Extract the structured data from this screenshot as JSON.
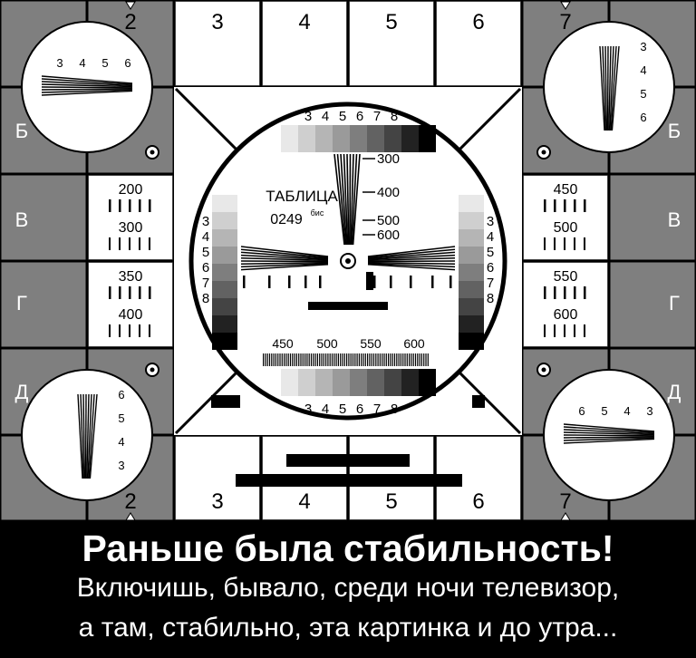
{
  "testcard": {
    "title": "ТАБЛИЦА",
    "number": "0249",
    "number_suffix": "бис",
    "top_numbers": [
      "2",
      "3",
      "4",
      "5",
      "6",
      "7"
    ],
    "bottom_numbers": [
      "2",
      "3",
      "4",
      "5",
      "6",
      "7"
    ],
    "left_row_letters": [
      "Б",
      "В",
      "Г",
      "Д"
    ],
    "right_row_letters": [
      "Б",
      "В",
      "Г",
      "Д"
    ],
    "gray_scale_labels": [
      "3",
      "4",
      "5",
      "6",
      "7",
      "8"
    ],
    "side_scale_labels": [
      "3",
      "4",
      "5",
      "6",
      "7",
      "8"
    ],
    "wedge_labels_top": [
      "300",
      "400",
      "500",
      "600"
    ],
    "bottom_freq_labels": [
      "450",
      "500",
      "550",
      "600"
    ],
    "left_panel_labels": [
      "200",
      "300",
      "350",
      "400"
    ],
    "right_panel_labels": [
      "450",
      "500",
      "550",
      "600"
    ],
    "circle_tl_labels": [
      "3",
      "4",
      "5",
      "6"
    ],
    "circle_tr_labels": [
      "3",
      "4",
      "5",
      "6"
    ],
    "circle_bl_labels": [
      "6",
      "5",
      "4",
      "3"
    ],
    "circle_br_labels": [
      "6",
      "5",
      "4",
      "3"
    ],
    "colors": {
      "background": "#808080",
      "frame": "#000000",
      "caption_bg": "#000000",
      "caption_text": "#ffffff"
    }
  },
  "caption": {
    "title": "Раньше была стабильность!",
    "line1": "Включишь, бывало, среди ночи телевизор,",
    "line2": "а там, стабильно, эта картинка и до утра..."
  }
}
